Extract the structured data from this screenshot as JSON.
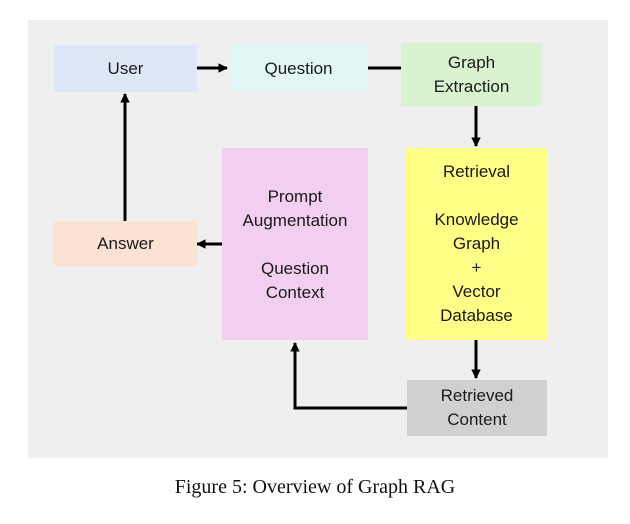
{
  "diagram": {
    "nodes": {
      "user": {
        "lines": [
          "User"
        ],
        "color": "#dce8f5"
      },
      "question": {
        "lines": [
          "Question"
        ],
        "color": "#e3f5f5"
      },
      "graph_extraction": {
        "lines": [
          "Graph",
          "Extraction"
        ],
        "color": "#d9f2d0"
      },
      "retrieval": {
        "lines": [
          "Retrieval",
          "",
          "Knowledge",
          "Graph",
          "+",
          "Vector",
          "Database"
        ],
        "color": "#ffff88"
      },
      "prompt_augmentation": {
        "lines": [
          "Prompt",
          "Augmentation",
          "",
          "Question",
          "Context"
        ],
        "color": "#f2cff0"
      },
      "answer": {
        "lines": [
          "Answer"
        ],
        "color": "#fbe2d5"
      },
      "retrieved_content": {
        "lines": [
          "Retrieved",
          "Content"
        ],
        "color": "#d0d0d0"
      }
    },
    "edges": [
      {
        "from": "user",
        "to": "question"
      },
      {
        "from": "question",
        "to": "graph_extraction"
      },
      {
        "from": "graph_extraction",
        "to": "retrieval"
      },
      {
        "from": "retrieval",
        "to": "retrieved_content"
      },
      {
        "from": "retrieved_content",
        "to": "prompt_augmentation"
      },
      {
        "from": "prompt_augmentation",
        "to": "answer"
      },
      {
        "from": "answer",
        "to": "user"
      }
    ],
    "background": "#efefef"
  },
  "caption": "Figure 5: Overview of Graph RAG"
}
